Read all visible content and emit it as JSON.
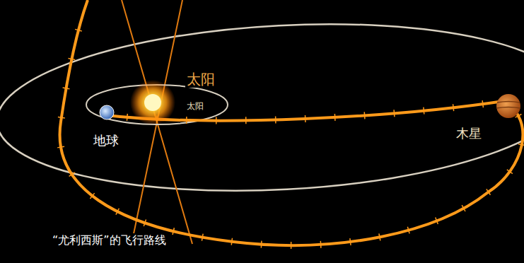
{
  "diagram": {
    "caption": "“尤利西斯”的飞行路线",
    "labels": [
      "太阳",
      "太阳",
      "地球",
      "木星"
    ]
  }
}
